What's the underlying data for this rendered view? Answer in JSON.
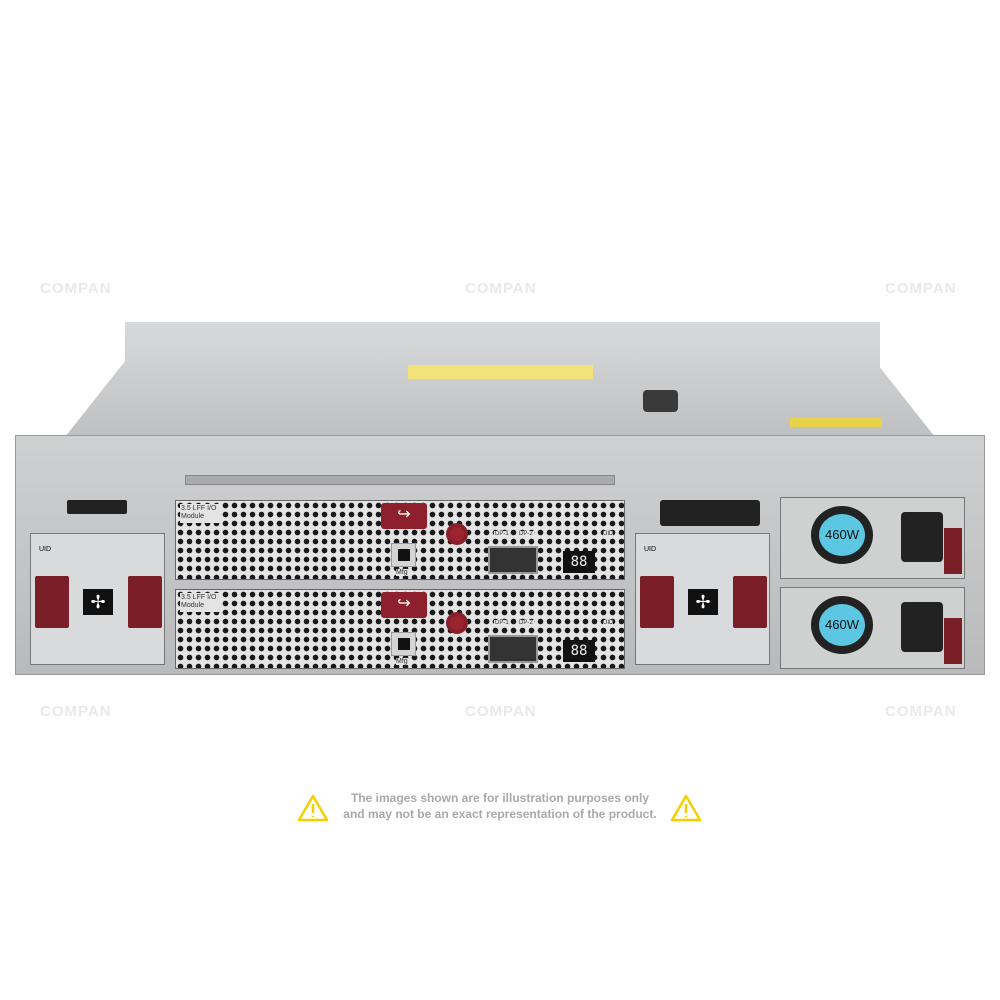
{
  "watermark": "COMPAN",
  "io_modules": [
    {
      "label_line1": "3.5 LFF I/O",
      "label_line2": "Module",
      "port1": "DP-1",
      "port2": "DP-2",
      "usb_label": "Mfg",
      "display": "88",
      "uid_label": "UID"
    },
    {
      "label_line1": "3.5 LFF I/O",
      "label_line2": "Module",
      "port1": "DP-1",
      "port2": "DP-2",
      "usb_label": "Mfg",
      "display": "88",
      "uid_label": "UID"
    }
  ],
  "fan_modules": [
    {
      "uid_label": "UID"
    },
    {
      "uid_label": "UID"
    }
  ],
  "power_supplies": [
    {
      "wattage": "460W"
    },
    {
      "wattage": "460W"
    }
  ],
  "disclaimer": {
    "line1": "The images shown are for illustration purposes only",
    "line2": "and may not be an exact representation of the product."
  },
  "colors": {
    "handle": "#7a1e28",
    "psu_label": "#5cc7e2",
    "warning": "#f5d000"
  }
}
